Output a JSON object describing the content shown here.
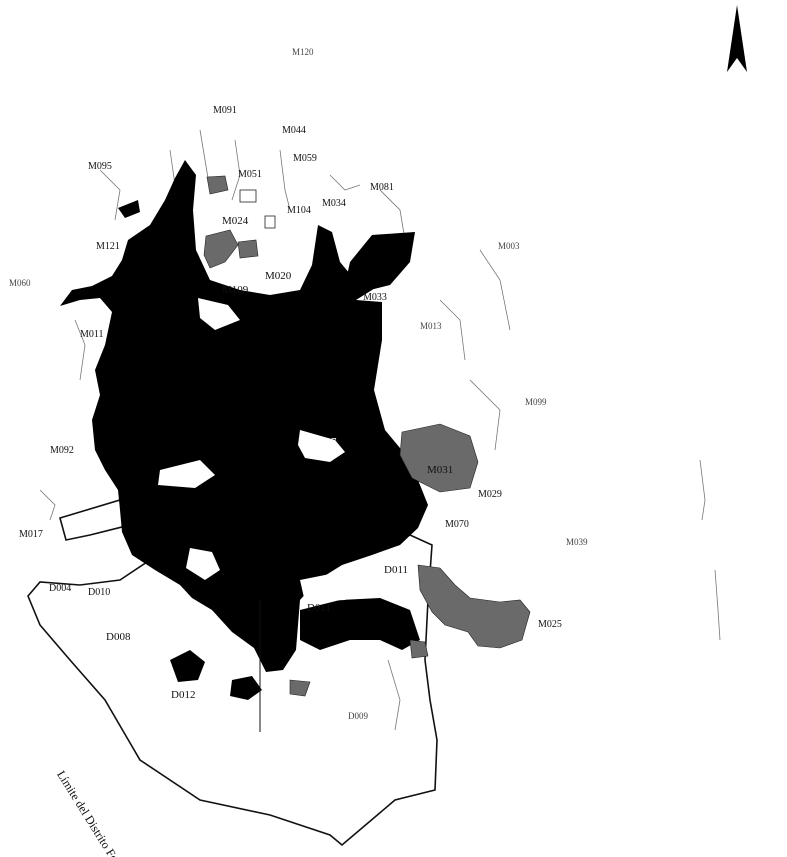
{
  "map": {
    "boundary_label": "Límite del Distrito Federal",
    "north_arrow_icon": "north-arrow-icon",
    "colors": {
      "urban_area": "#000000",
      "boundary": "#111111",
      "patches": "#6a6a6a",
      "background": "#ffffff"
    }
  },
  "labels": {
    "m120": "M120",
    "m091": "M091",
    "m044": "M044",
    "m059": "M059",
    "m095": "M095",
    "m051": "M051",
    "m081": "M081",
    "m024": "M024",
    "m104": "M104",
    "m034": "M034",
    "m121": "M121",
    "m003": "M003",
    "m060": "M060",
    "m020": "M020",
    "m109": "M109",
    "m033": "M033",
    "m013": "M013",
    "m011": "M011",
    "m099": "M099",
    "d017": "D017",
    "m092": "M092",
    "m031": "M031",
    "m029": "M029",
    "m070": "M070",
    "m017": "M017",
    "m039": "M039",
    "d004": "D004",
    "d010": "D010",
    "d011a": "D011",
    "d011b": "D011",
    "m025": "M025",
    "d008": "D008",
    "d012": "D012",
    "d009": "D009"
  }
}
